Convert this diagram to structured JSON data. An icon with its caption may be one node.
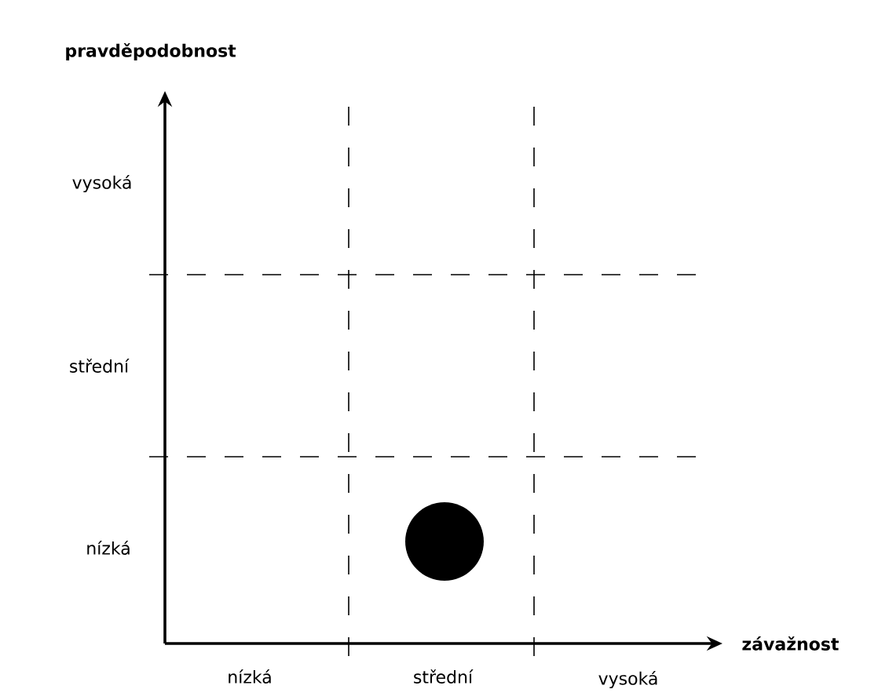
{
  "diagram": {
    "nodes": [
      {
        "text": [],
        "shape": "circle"
      }
    ],
    "labels": [
      "pravděpodobnost",
      "vysoká",
      "střední",
      "nízká",
      "nízká",
      "střední",
      "vysoká",
      "závažnost"
    ]
  }
}
